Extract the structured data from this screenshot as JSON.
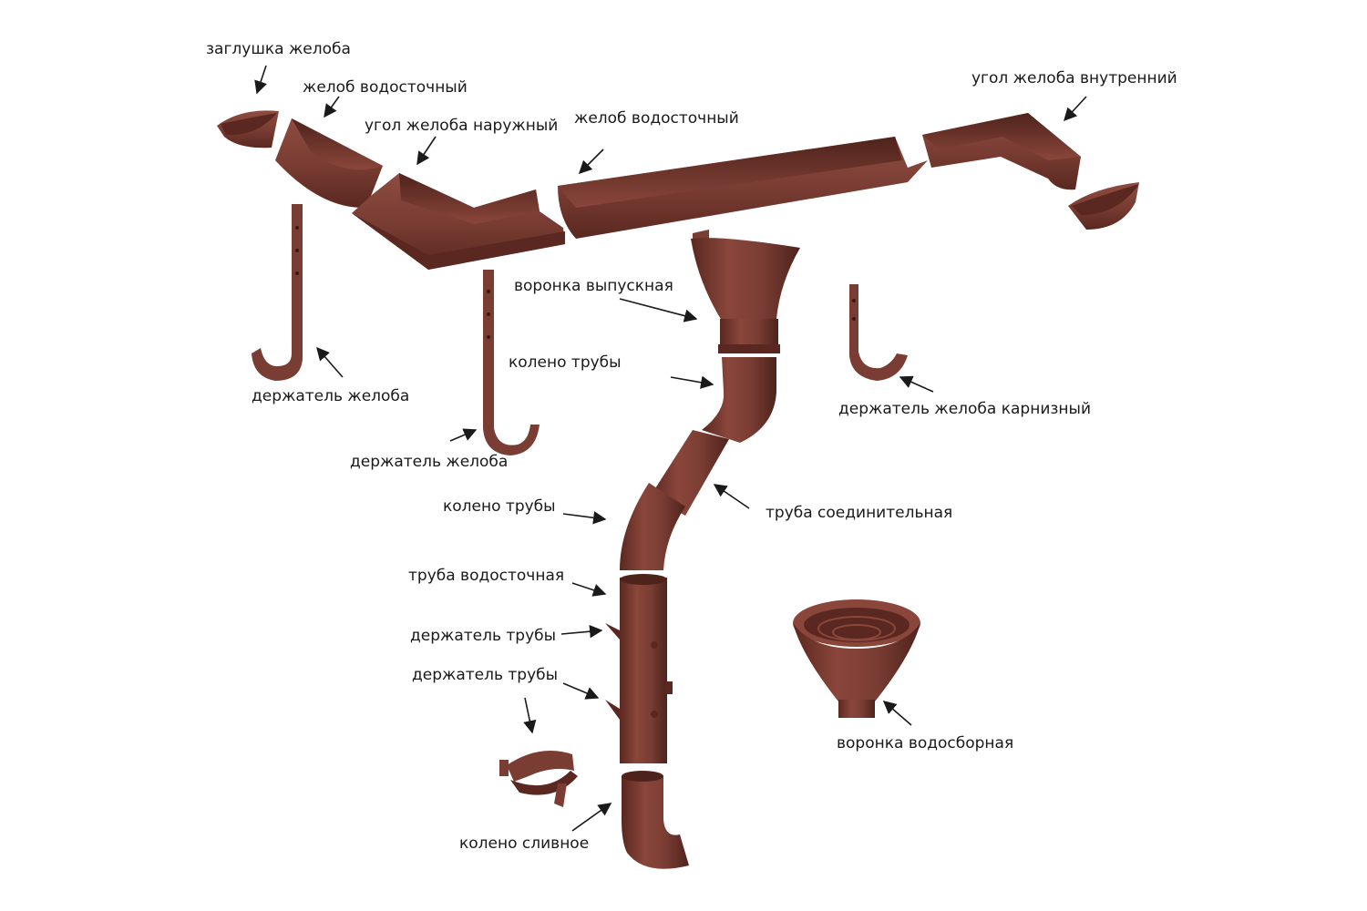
{
  "colors": {
    "metal": "#7a3d33",
    "metal_dark": "#4e231c",
    "metal_light": "#a4645a",
    "metal_shade": "#612c24",
    "text": "#1a1a1a",
    "arrow": "#1a1a1a"
  },
  "labels": {
    "gutter_cap": "заглушка желоба",
    "gutter_left": "желоб водосточный",
    "corner_outer": "угол желоба наружный",
    "gutter_main": "желоб водосточный",
    "corner_inner": "угол желоба внутренний",
    "outlet_funnel": "воронка выпускная",
    "pipe_elbow_top": "колено трубы",
    "bracket_left": "держатель желоба",
    "bracket_mid": "держатель желоба",
    "bracket_fascia": "держатель желоба карнизный",
    "pipe_elbow_mid": "колено трубы",
    "connector_pipe": "труба соединительная",
    "downpipe": "труба водосточная",
    "pipe_bracket_1": "держатель трубы",
    "pipe_bracket_2": "держатель трубы",
    "drain_elbow": "колено сливное",
    "collector_funnel": "воронка водосборная"
  }
}
